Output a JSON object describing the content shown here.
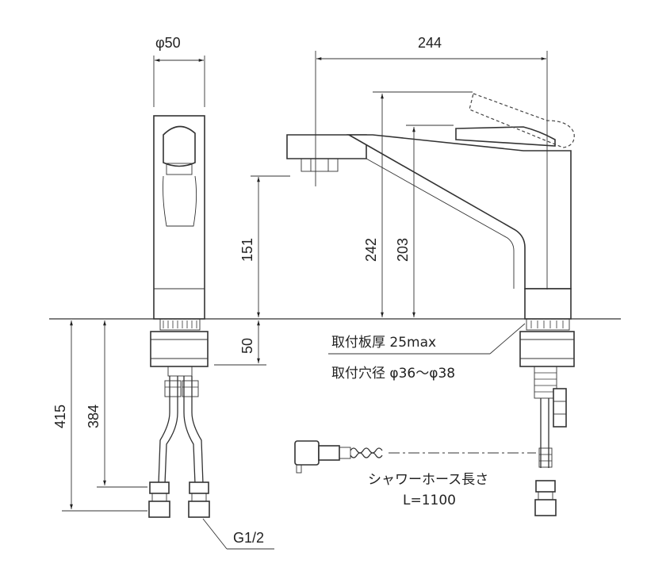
{
  "dimensions": {
    "top_diameter": "φ50",
    "overall_width": "244",
    "spout_height": "151",
    "below_deck": "50",
    "max_height": "242",
    "lever_height": "203",
    "total_length": "415",
    "hose_connection_length": "384"
  },
  "annotations": {
    "deck_thickness": "取付板厚 25max",
    "mount_hole_diameter": "取付穴径 φ36～φ38",
    "shower_hose_label": "シャワーホース長さ",
    "shower_hose_length": "L=1100",
    "thread_spec": "G1/2"
  }
}
